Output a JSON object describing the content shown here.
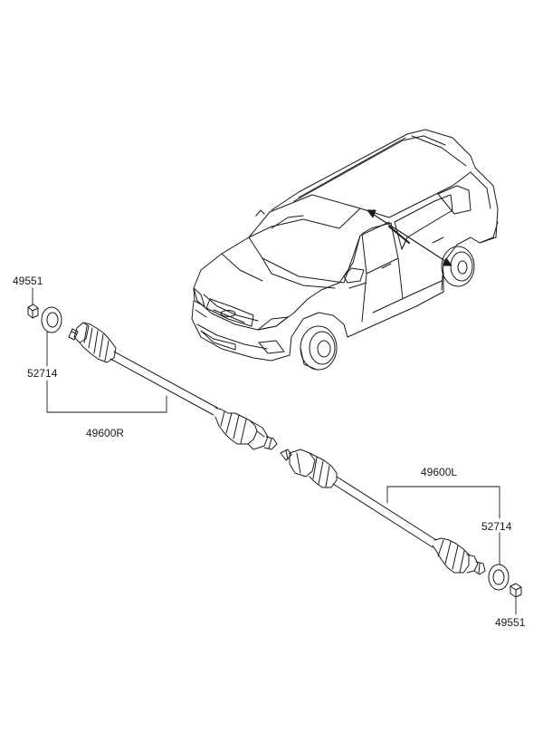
{
  "labels": {
    "nut_right": "49551",
    "washer_right": "52714",
    "shaft_right": "49600R",
    "shaft_left": "49600L",
    "washer_left": "52714",
    "nut_left": "49551"
  },
  "colors": {
    "line": "#1a1a1a",
    "background": "#ffffff"
  }
}
